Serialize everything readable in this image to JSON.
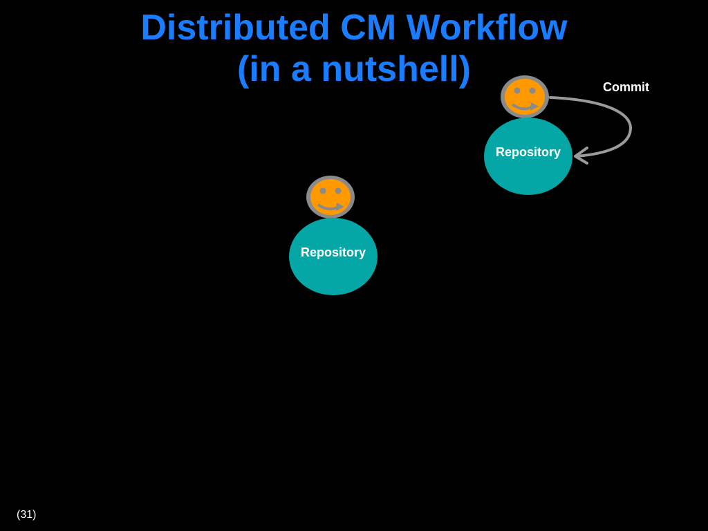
{
  "slide": {
    "title_line1": "Distributed CM Workflow",
    "title_line2": "(in a nutshell)",
    "page_number": "(31)"
  },
  "diagram": {
    "nodes": [
      {
        "id": "repo-right",
        "label": "Repository",
        "icon": "smiley-user-icon"
      },
      {
        "id": "repo-center",
        "label": "Repository",
        "icon": "smiley-user-icon"
      }
    ],
    "edges": [
      {
        "from": "user-right",
        "to": "repo-right",
        "label": "Commit",
        "icon": "curved-arrow-icon"
      }
    ]
  },
  "colors": {
    "background": "#000000",
    "title": "#1a7cff",
    "repository_fill": "#05a6a6",
    "face_fill": "#ff9900",
    "face_ring": "#8a8a8a",
    "arrow": "#9a9a9a",
    "text": "#ffffff"
  }
}
